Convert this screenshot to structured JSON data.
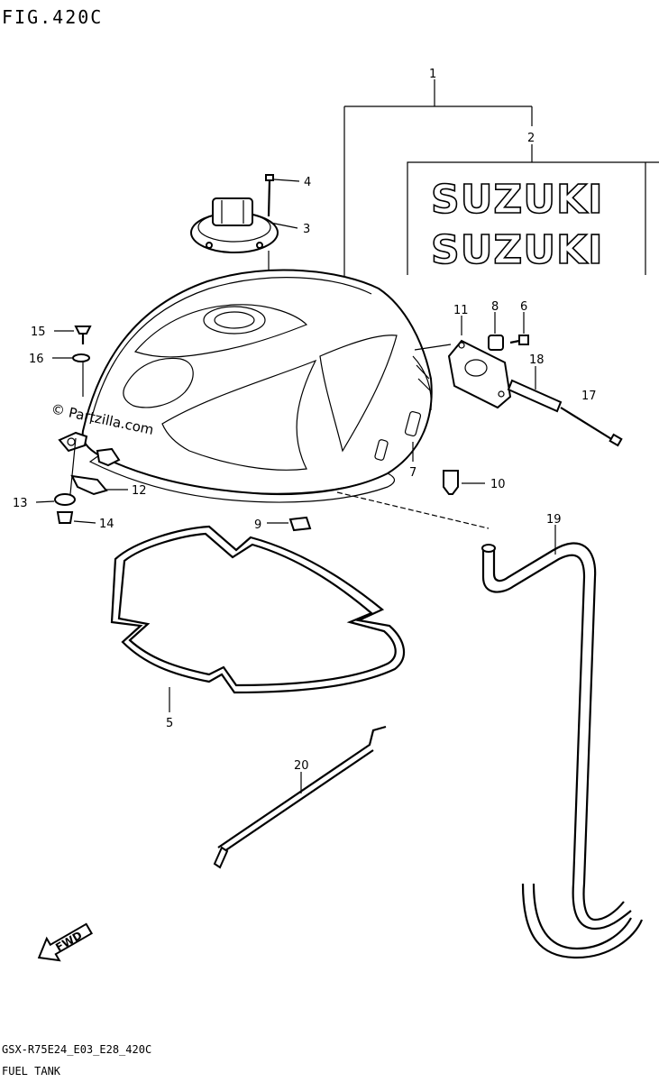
{
  "header": {
    "figure_title": "FIG.420C"
  },
  "watermark": {
    "text": "© Partzilla.com"
  },
  "decal": {
    "logo_top": "SUZUKI",
    "logo_bottom": "SUZUKI"
  },
  "fwd_arrow": {
    "text": "FWD"
  },
  "callouts": [
    {
      "id": "c1",
      "label": "1"
    },
    {
      "id": "c2",
      "label": "2"
    },
    {
      "id": "c3",
      "label": "3"
    },
    {
      "id": "c4",
      "label": "4"
    },
    {
      "id": "c5",
      "label": "5"
    },
    {
      "id": "c6",
      "label": "6"
    },
    {
      "id": "c7",
      "label": "7"
    },
    {
      "id": "c8",
      "label": "8"
    },
    {
      "id": "c9",
      "label": "9"
    },
    {
      "id": "c10",
      "label": "10"
    },
    {
      "id": "c11",
      "label": "11"
    },
    {
      "id": "c12",
      "label": "12"
    },
    {
      "id": "c13",
      "label": "13"
    },
    {
      "id": "c14",
      "label": "14"
    },
    {
      "id": "c15",
      "label": "15"
    },
    {
      "id": "c16",
      "label": "16"
    },
    {
      "id": "c17",
      "label": "17"
    },
    {
      "id": "c18",
      "label": "18"
    },
    {
      "id": "c19",
      "label": "19"
    },
    {
      "id": "c20",
      "label": "20"
    }
  ],
  "footer": {
    "model_code": "GSX-R75E24_E03_E28_420C",
    "section_name": "FUEL TANK"
  }
}
